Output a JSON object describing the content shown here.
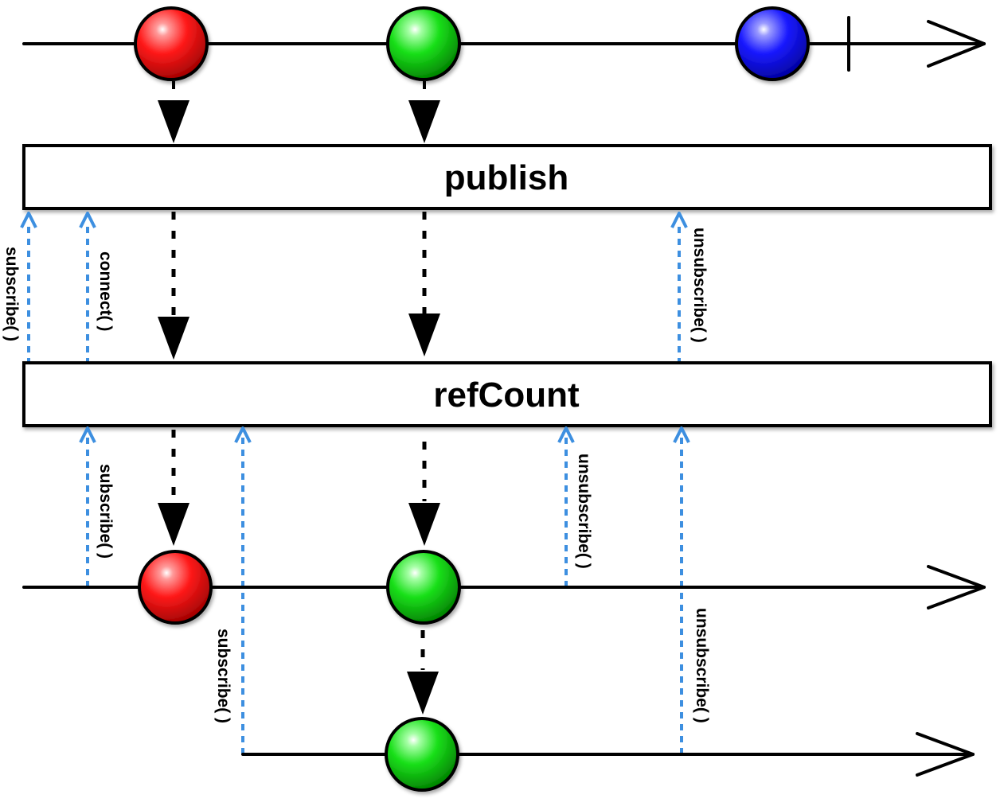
{
  "operators": {
    "publish": "publish",
    "refcount": "refCount"
  },
  "calls": {
    "subscribe_upstream": "subscribe( )",
    "connect": "connect( )",
    "unsubscribe_upstream": "unsubscribe( )",
    "subscribe_observer_1": "subscribe( )",
    "unsubscribe_observer_1": "unsubscribe( )",
    "subscribe_observer_2": "subscribe( )",
    "unsubscribe_observer_2": "unsubscribe( )"
  },
  "colors": {
    "line": "#000000",
    "call_arrow": "#3d8fe0",
    "item_red": "#ff0000",
    "item_green": "#00dd00",
    "item_blue": "#0000ff"
  }
}
